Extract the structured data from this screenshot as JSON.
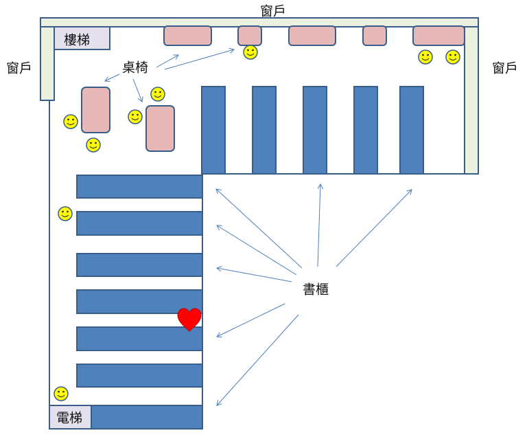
{
  "labels": {
    "window_top": "窗戶",
    "window_left": "窗戶",
    "window_right": "窗戶",
    "stairs": "樓梯",
    "tables": "桌椅",
    "bookshelves": "書櫃",
    "elevator": "電梯"
  },
  "colors": {
    "shelf": "#4f81bd",
    "table": "#e6b9b8",
    "window": "#ebf1de",
    "room_box": "#e4e0ee",
    "wall": "#385d8a",
    "smiley": "#ffff00",
    "heart": "#ff0000"
  }
}
